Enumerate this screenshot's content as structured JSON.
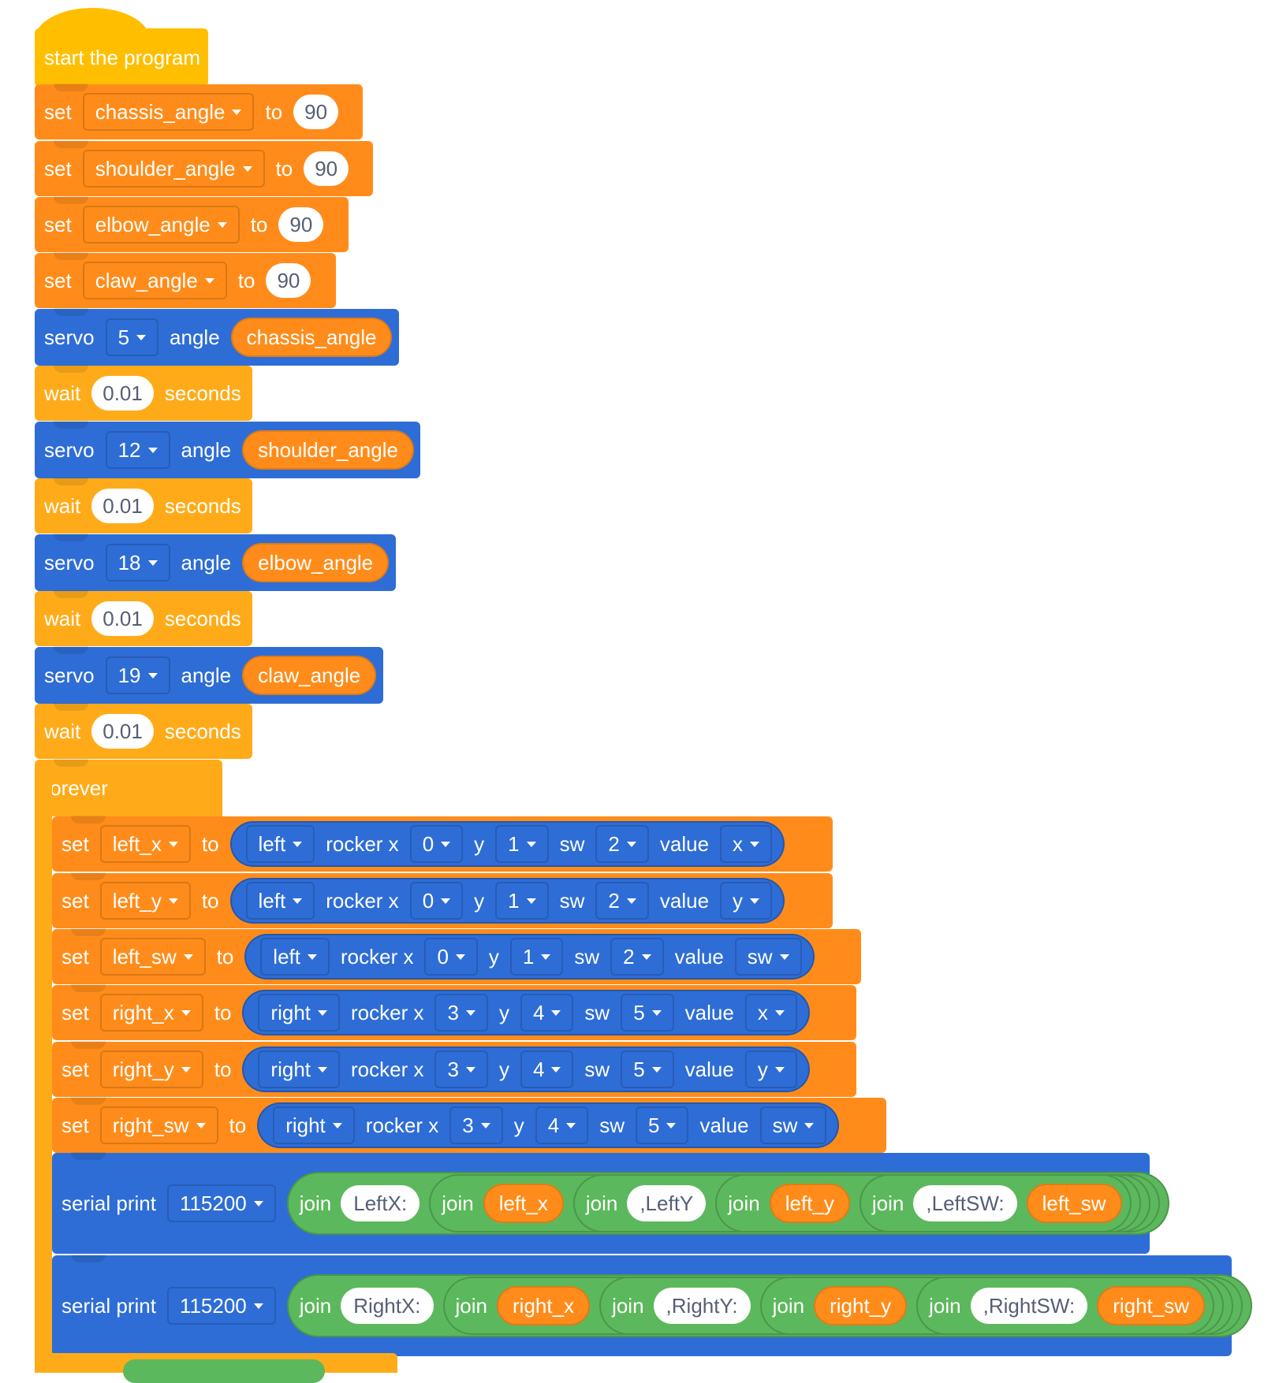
{
  "start": {
    "label": "start the program"
  },
  "init_sets": [
    {
      "kw": "set",
      "var": "chassis_angle",
      "to": "to",
      "value": "90"
    },
    {
      "kw": "set",
      "var": "shoulder_angle",
      "to": "to",
      "value": "90"
    },
    {
      "kw": "set",
      "var": "elbow_angle",
      "to": "to",
      "value": "90"
    },
    {
      "kw": "set",
      "var": "claw_angle",
      "to": "to",
      "value": "90"
    }
  ],
  "servo_seq": [
    {
      "kw": "servo",
      "port": "5",
      "angle_kw": "angle",
      "reporter": "chassis_angle"
    },
    {
      "kw": "wait",
      "value": "0.01",
      "unit": "seconds"
    },
    {
      "kw": "servo",
      "port": "12",
      "angle_kw": "angle",
      "reporter": "shoulder_angle"
    },
    {
      "kw": "wait",
      "value": "0.01",
      "unit": "seconds"
    },
    {
      "kw": "servo",
      "port": "18",
      "angle_kw": "angle",
      "reporter": "elbow_angle"
    },
    {
      "kw": "wait",
      "value": "0.01",
      "unit": "seconds"
    },
    {
      "kw": "servo",
      "port": "19",
      "angle_kw": "angle",
      "reporter": "claw_angle"
    },
    {
      "kw": "wait",
      "value": "0.01",
      "unit": "seconds"
    }
  ],
  "forever": {
    "label": "forever"
  },
  "rocker_sets": [
    {
      "kw": "set",
      "var": "left_x",
      "to": "to",
      "side": "left",
      "rocker": "rocker x",
      "x": "0",
      "y_kw": "y",
      "y": "1",
      "sw_kw": "sw",
      "sw": "2",
      "value_kw": "value",
      "value": "x"
    },
    {
      "kw": "set",
      "var": "left_y",
      "to": "to",
      "side": "left",
      "rocker": "rocker x",
      "x": "0",
      "y_kw": "y",
      "y": "1",
      "sw_kw": "sw",
      "sw": "2",
      "value_kw": "value",
      "value": "y"
    },
    {
      "kw": "set",
      "var": "left_sw",
      "to": "to",
      "side": "left",
      "rocker": "rocker x",
      "x": "0",
      "y_kw": "y",
      "y": "1",
      "sw_kw": "sw",
      "sw": "2",
      "value_kw": "value",
      "value": "sw"
    },
    {
      "kw": "set",
      "var": "right_x",
      "to": "to",
      "side": "right",
      "rocker": "rocker x",
      "x": "3",
      "y_kw": "y",
      "y": "4",
      "sw_kw": "sw",
      "sw": "5",
      "value_kw": "value",
      "value": "x"
    },
    {
      "kw": "set",
      "var": "right_y",
      "to": "to",
      "side": "right",
      "rocker": "rocker x",
      "x": "3",
      "y_kw": "y",
      "y": "4",
      "sw_kw": "sw",
      "sw": "5",
      "value_kw": "value",
      "value": "y"
    },
    {
      "kw": "set",
      "var": "right_sw",
      "to": "to",
      "side": "right",
      "rocker": "rocker x",
      "x": "3",
      "y_kw": "y",
      "y": "4",
      "sw_kw": "sw",
      "sw": "5",
      "value_kw": "value",
      "value": "sw"
    }
  ],
  "serial_prints": [
    {
      "kw": "serial print",
      "baud": "115200",
      "join_kw": "join",
      "parts": [
        {
          "type": "str",
          "text": "LeftX:"
        },
        {
          "type": "var",
          "text": "left_x"
        },
        {
          "type": "str",
          "text": ",LeftY"
        },
        {
          "type": "var",
          "text": "left_y"
        },
        {
          "type": "str",
          "text": ",LeftSW:"
        },
        {
          "type": "var",
          "text": "left_sw"
        }
      ]
    },
    {
      "kw": "serial print",
      "baud": "115200",
      "join_kw": "join",
      "parts": [
        {
          "type": "str",
          "text": "RightX:"
        },
        {
          "type": "var",
          "text": "right_x"
        },
        {
          "type": "str",
          "text": ",RightY:"
        },
        {
          "type": "var",
          "text": "right_y"
        },
        {
          "type": "str",
          "text": ",RightSW:"
        },
        {
          "type": "var",
          "text": "right_sw"
        }
      ]
    }
  ],
  "colors": {
    "event": "#ffbf00",
    "control": "#ffab19",
    "variable": "#ff8c1a",
    "servo": "#2e6dd6",
    "operator": "#5cb85c",
    "text_input": "#575e75"
  }
}
